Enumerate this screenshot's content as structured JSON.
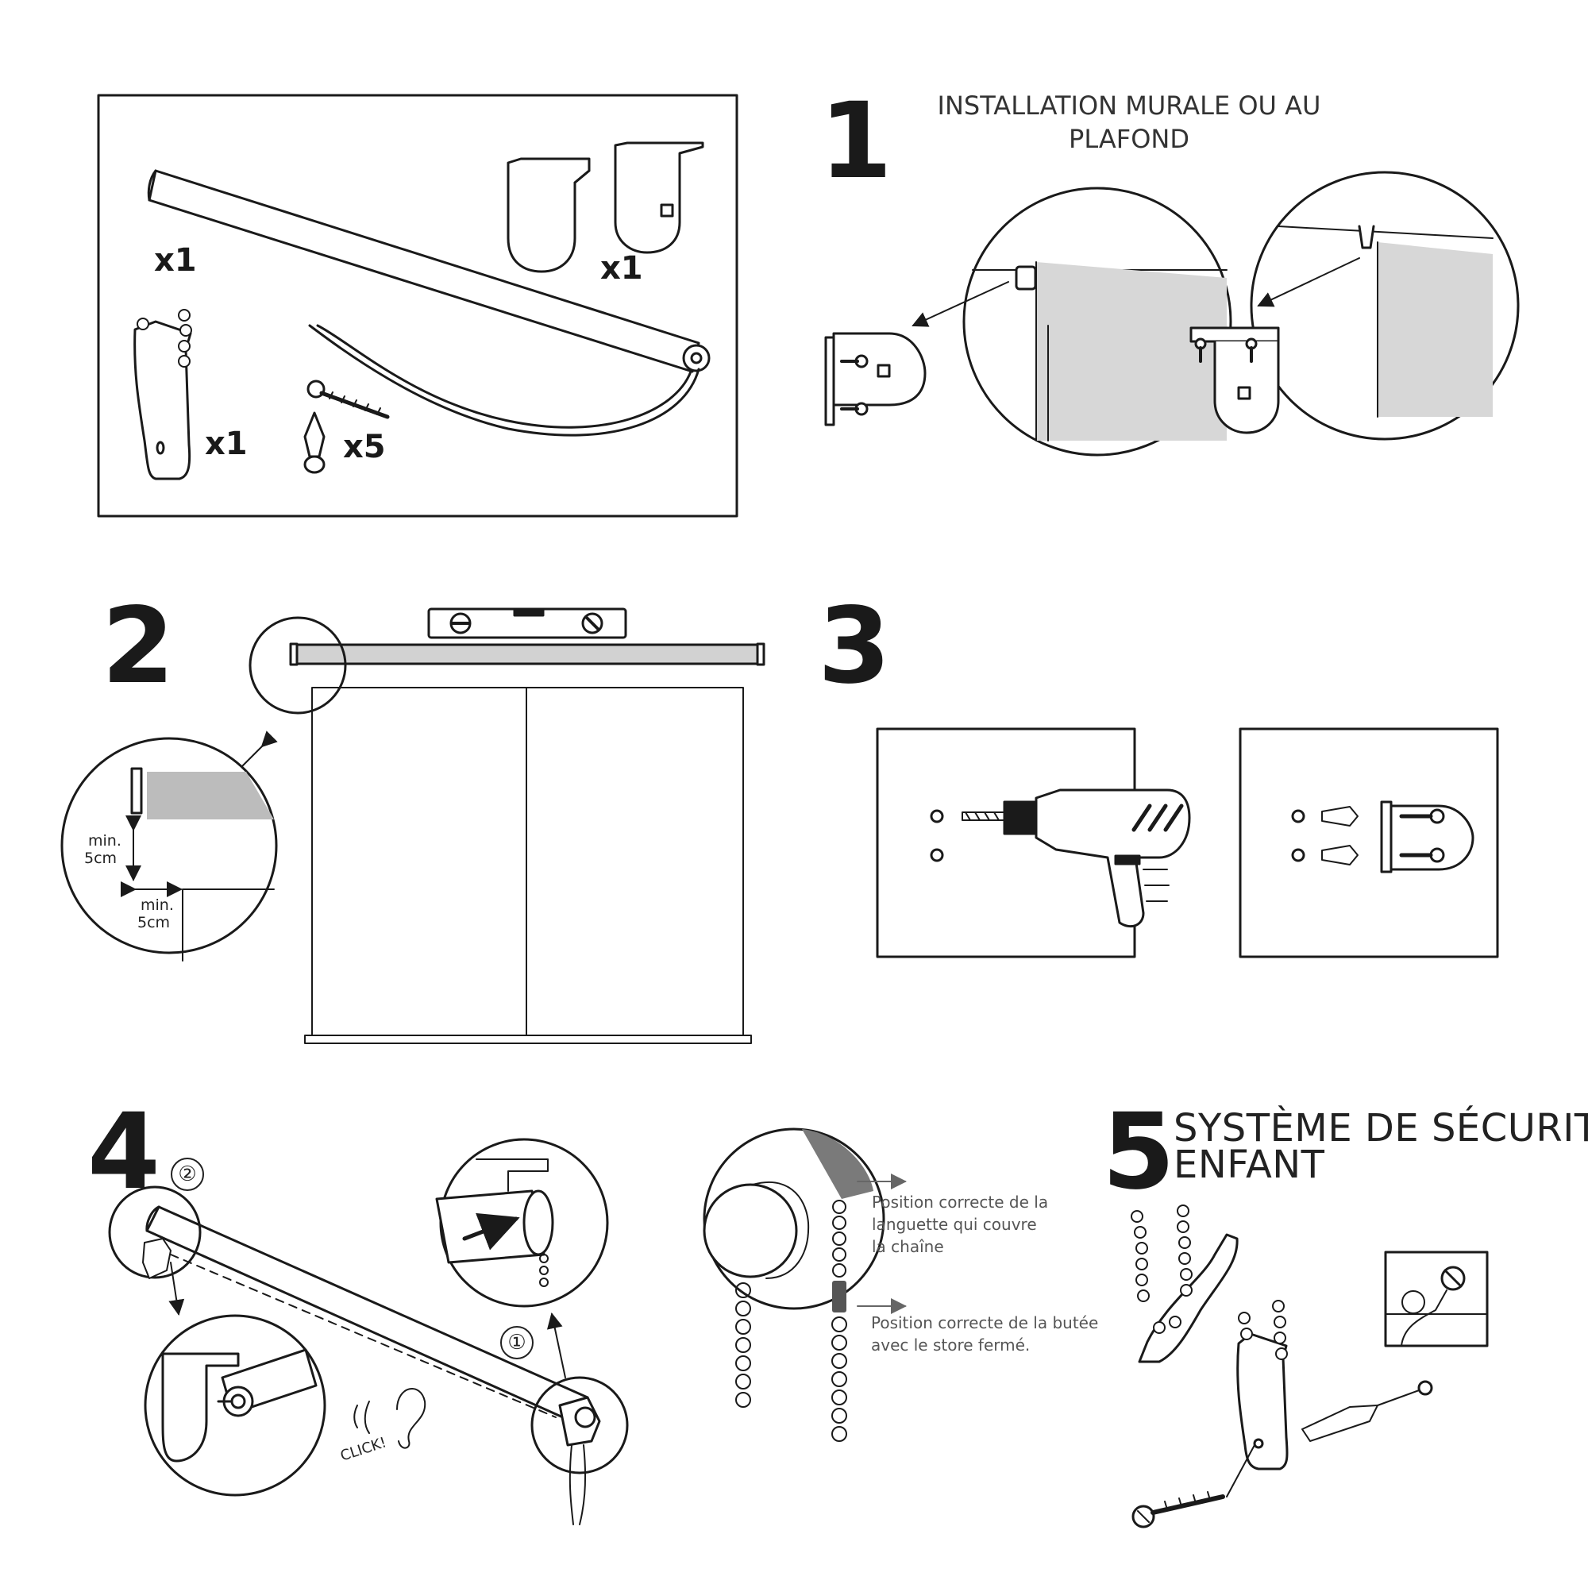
{
  "contents": {
    "qty_roller": "x1",
    "qty_brackets": "x1",
    "qty_safety_device": "x1",
    "qty_screws": "x5"
  },
  "step1": {
    "number": "1",
    "title": "INSTALLATION MURALE OU AU PLAFOND"
  },
  "step2": {
    "number": "2",
    "clearance_vertical_min": "min.",
    "clearance_vertical_value": "5cm",
    "clearance_horizontal_min": "min.",
    "clearance_horizontal_value": "5cm"
  },
  "step3": {
    "number": "3"
  },
  "step4": {
    "number": "4",
    "order_first": "①",
    "order_second": "②",
    "sound": "CLICK!",
    "note_tab": "Position correcte de la languette qui couvre la chaîne",
    "note_stop": "Position correcte de la butée avec le store fermé."
  },
  "step5": {
    "number": "5",
    "title_line1": "SYSTÈME DE SÉCURITÉ",
    "title_line2": "ENFANT"
  }
}
